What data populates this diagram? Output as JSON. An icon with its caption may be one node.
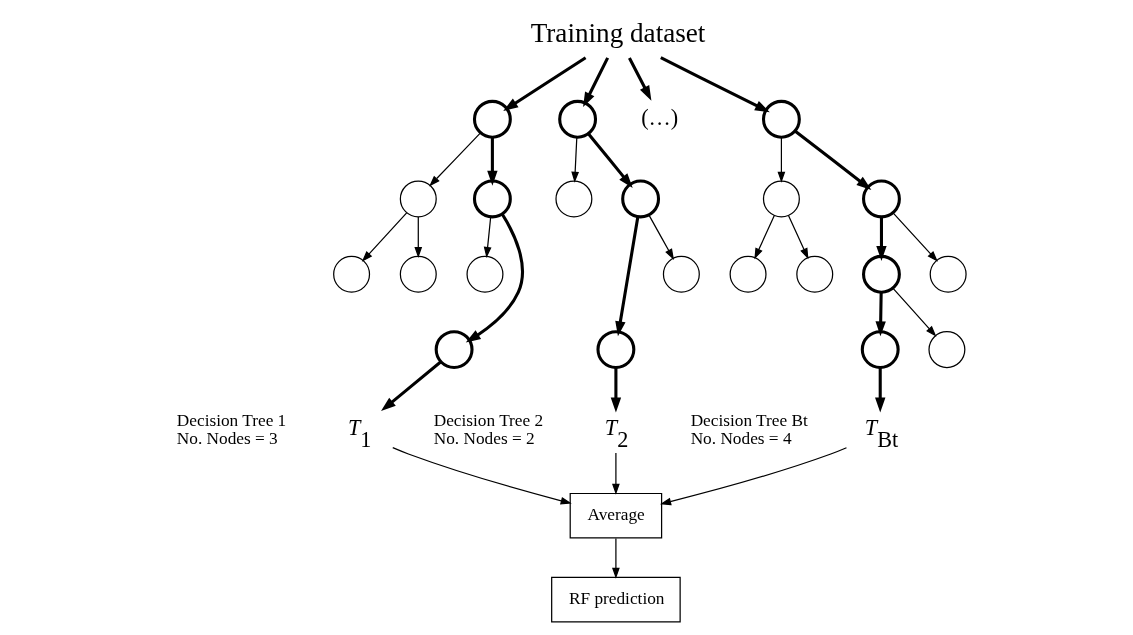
{
  "diagram": {
    "nodes": [
      {
        "text": [
          "Training dataset"
        ]
      },
      {
        "text": [],
        "shape": "circle"
      },
      {
        "text": [],
        "shape": "circle"
      },
      {
        "text": [],
        "shape": "circle"
      },
      {
        "text": [],
        "shape": "circle"
      },
      {
        "text": [],
        "shape": "circle"
      },
      {
        "text": [],
        "shape": "circle"
      },
      {
        "text": [],
        "shape": "circle"
      },
      {
        "text": [
          "*T*$_{1}$"
        ]
      },
      {
        "text": [],
        "shape": "circle"
      },
      {
        "text": [],
        "shape": "circle"
      },
      {
        "text": [],
        "shape": "circle"
      },
      {
        "text": [],
        "shape": "circle"
      },
      {
        "text": [],
        "shape": "circle"
      },
      {
        "text": [
          "*T*$_{2}$"
        ]
      },
      {
        "text": [
          "(…)"
        ]
      },
      {
        "text": [],
        "shape": "circle"
      },
      {
        "text": [],
        "shape": "circle"
      },
      {
        "text": [],
        "shape": "circle"
      },
      {
        "text": [],
        "shape": "circle"
      },
      {
        "text": [],
        "shape": "circle"
      },
      {
        "text": [],
        "shape": "circle"
      },
      {
        "text": [],
        "shape": "circle"
      },
      {
        "text": [],
        "shape": "circle"
      },
      {
        "text": [],
        "shape": "circle"
      },
      {
        "text": [
          "*T*$_{Bt}$"
        ]
      },
      {
        "text": [
          "Average"
        ]
      },
      {
        "text": [
          "RF prediction"
        ]
      }
    ],
    "edges": [
      {
        "from": 0,
        "to": 1,
        "arrow": "to",
        "style": "thick"
      },
      {
        "from": 0,
        "to": 9,
        "arrow": "to",
        "style": "thick"
      },
      {
        "from": 0,
        "to": 15,
        "arrow": "to",
        "style": "thick"
      },
      {
        "from": 0,
        "to": 16,
        "arrow": "to",
        "style": "thick"
      },
      {
        "from": 1,
        "to": 2,
        "arrow": "to"
      },
      {
        "from": 1,
        "to": 3,
        "arrow": "to",
        "style": "thick"
      },
      {
        "from": 2,
        "to": 4,
        "arrow": "to"
      },
      {
        "from": 2,
        "to": 5,
        "arrow": "to"
      },
      {
        "from": 3,
        "to": 6,
        "arrow": "to"
      },
      {
        "from": 3,
        "to": 7,
        "arrow": "to",
        "style": "thick"
      },
      {
        "from": 7,
        "to": 8,
        "arrow": "to",
        "style": "thick"
      },
      {
        "from": 9,
        "to": 10,
        "arrow": "to"
      },
      {
        "from": 9,
        "to": 11,
        "arrow": "to",
        "style": "thick"
      },
      {
        "from": 11,
        "to": 12,
        "arrow": "to",
        "style": "thick"
      },
      {
        "from": 11,
        "to": 13,
        "arrow": "to"
      },
      {
        "from": 12,
        "to": 14,
        "arrow": "to",
        "style": "thick"
      },
      {
        "from": 16,
        "to": 17,
        "arrow": "to"
      },
      {
        "from": 16,
        "to": 18,
        "arrow": "to",
        "style": "thick"
      },
      {
        "from": 17,
        "to": 19,
        "arrow": "to"
      },
      {
        "from": 17,
        "to": 20,
        "arrow": "to"
      },
      {
        "from": 18,
        "to": 21,
        "arrow": "to",
        "style": "thick"
      },
      {
        "from": 18,
        "to": 22,
        "arrow": "to"
      },
      {
        "from": 21,
        "to": 23,
        "arrow": "to",
        "style": "thick"
      },
      {
        "from": 21,
        "to": 24,
        "arrow": "to"
      },
      {
        "from": 23,
        "to": 25,
        "arrow": "to",
        "style": "thick"
      },
      {
        "from": 8,
        "to": 26,
        "arrow": "to"
      },
      {
        "from": 14,
        "to": 26,
        "arrow": "to"
      },
      {
        "from": 25,
        "to": 26,
        "arrow": "to"
      },
      {
        "from": 26,
        "to": 27,
        "arrow": "to"
      }
    ],
    "labels": [
      "Decision Tree 1",
      "No. Nodes = 3",
      "Decision Tree 2",
      "No. Nodes = 2",
      "Decision Tree Bt",
      "No. Nodes = 4"
    ]
  }
}
